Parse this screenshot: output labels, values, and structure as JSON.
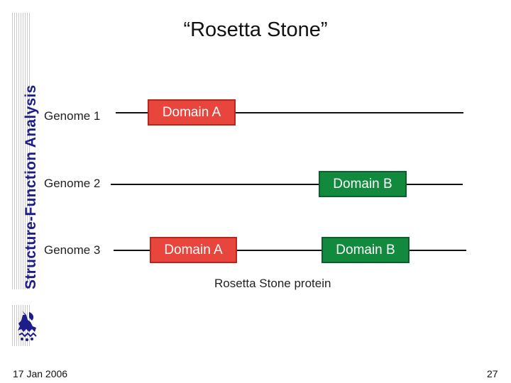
{
  "slide": {
    "title": "“Rosetta Stone”",
    "side_title": "Structure-Function Analysis",
    "footer_date": "17 Jan 2006",
    "page_number": "27"
  },
  "diagram": {
    "genomes": [
      {
        "label": "Genome 1"
      },
      {
        "label": "Genome 2"
      },
      {
        "label": "Genome 3"
      }
    ],
    "domains": {
      "a_label": "Domain A",
      "b_label": "Domain B"
    },
    "caption": "Rosetta Stone protein",
    "colors": {
      "domain_a": "#e8453c",
      "domain_b": "#128a3e"
    }
  }
}
